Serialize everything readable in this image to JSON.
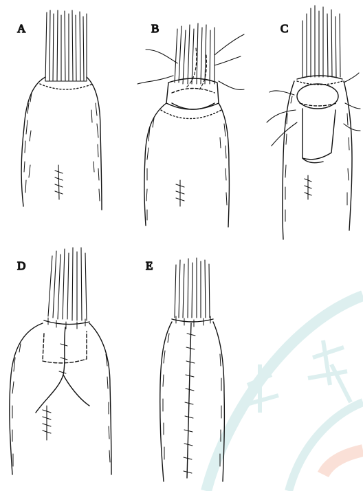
{
  "figure": {
    "panels": [
      {
        "id": "A",
        "label": "A"
      },
      {
        "id": "B",
        "label": "B"
      },
      {
        "id": "C",
        "label": "C"
      },
      {
        "id": "D",
        "label": "D"
      },
      {
        "id": "E",
        "label": "E"
      }
    ]
  },
  "colors": {
    "ink": "#111111",
    "watermark": "#9fd3d3",
    "watermark_accent": "#f2a98e"
  },
  "icons": [
    "watermark-seal"
  ]
}
